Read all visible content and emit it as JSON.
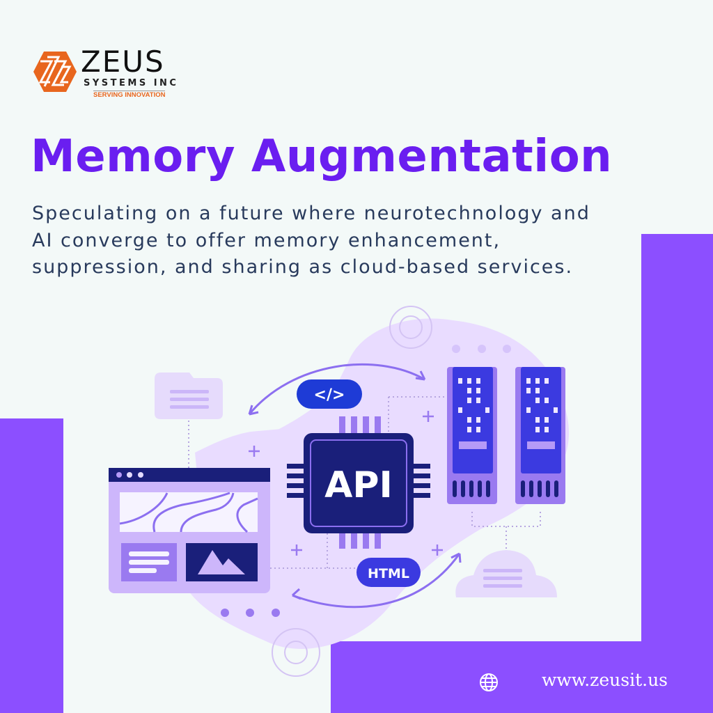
{
  "brand": {
    "name": "ZEUS",
    "subtitle": "SYSTEMS INC",
    "tagline": "SERVING INNOVATION",
    "logo_icon": "zeus-hexagon-logo-icon",
    "colors": {
      "orange": "#e8661e",
      "dark": "#111111"
    }
  },
  "headline": {
    "title": "Memory Augmentation",
    "description": "Speculating on a future where neurotechnology and AI converge to offer memory enhancement, suppression, and sharing as cloud-based services."
  },
  "illustration": {
    "chip_label": "API",
    "code_badge": "</>",
    "html_badge": "HTML",
    "elements": [
      "folder-icon",
      "browser-window-icon",
      "api-chip-icon",
      "server-rack-icon",
      "server-rack-icon",
      "cloud-icon",
      "gear-icon",
      "gear-icon",
      "sync-arrow-icon"
    ]
  },
  "footer": {
    "website": "www.zeusit.us",
    "icon": "globe-icon"
  },
  "colors": {
    "background": "#f3f9f8",
    "accent_purple": "#8c4fff",
    "title_purple": "#6a1ef0",
    "navy": "#1a1f7a",
    "royal_blue": "#3b3ae0",
    "lavender": "#e9dcff",
    "mid_purple": "#9a7af0",
    "body_text": "#283a5c"
  }
}
